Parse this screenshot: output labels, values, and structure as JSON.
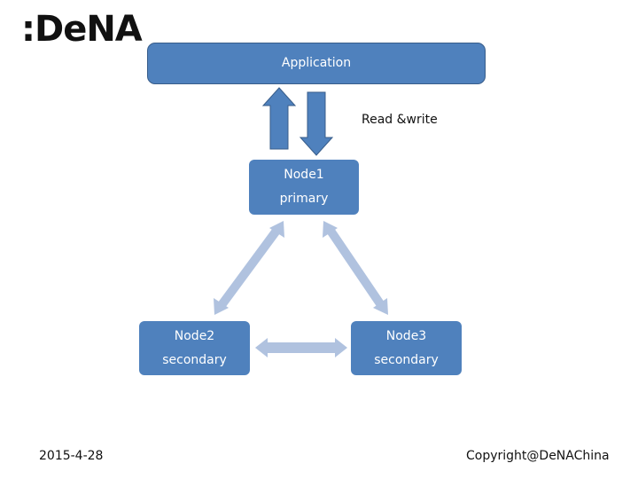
{
  "logo": {
    "text": ":DeNA"
  },
  "diagram": {
    "application": {
      "label": "Application"
    },
    "read_write_label": "Read &write",
    "nodes": [
      {
        "name": "Node1",
        "role": "primary"
      },
      {
        "name": "Node2",
        "role": "secondary"
      },
      {
        "name": "Node3",
        "role": "secondary"
      }
    ],
    "colors": {
      "box": "#4f81bd",
      "box_border": "#385d8a",
      "replication_arrow": "#b0c2df"
    }
  },
  "footer": {
    "date": "2015-4-28",
    "copyright": "Copyright@DeNAChina"
  }
}
